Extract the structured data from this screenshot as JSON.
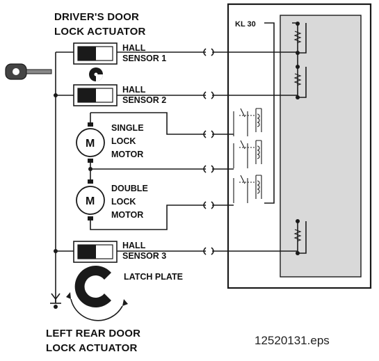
{
  "labels": {
    "driver_door_line1": "DRIVER'S DOOR",
    "driver_door_line2": "LOCK ACTUATOR",
    "hall1_line1": "HALL",
    "hall1_line2": "SENSOR 1",
    "hall2_line1": "HALL",
    "hall2_line2": "SENSOR 2",
    "single_line1": "SINGLE",
    "single_line2": "LOCK",
    "single_line3": "MOTOR",
    "double_line1": "DOUBLE",
    "double_line2": "LOCK",
    "double_line3": "MOTOR",
    "hall3_line1": "HALL",
    "hall3_line2": "SENSOR 3",
    "latch_plate": "LATCH PLATE",
    "rear_door_line1": "LEFT REAR DOOR",
    "rear_door_line2": "LOCK ACTUATOR",
    "kl30": "KL 30",
    "motor_symbol": "M",
    "filename": "12520131.eps"
  },
  "colors": {
    "line": "#1a1a1a",
    "module_fill": "#d9d9d9",
    "background": "#ffffff"
  },
  "icons": [
    "key-icon",
    "cam-wheel-icon",
    "latch-plate-icon",
    "ground-icon",
    "connector-icon",
    "relay-icon",
    "resistor-icon"
  ]
}
